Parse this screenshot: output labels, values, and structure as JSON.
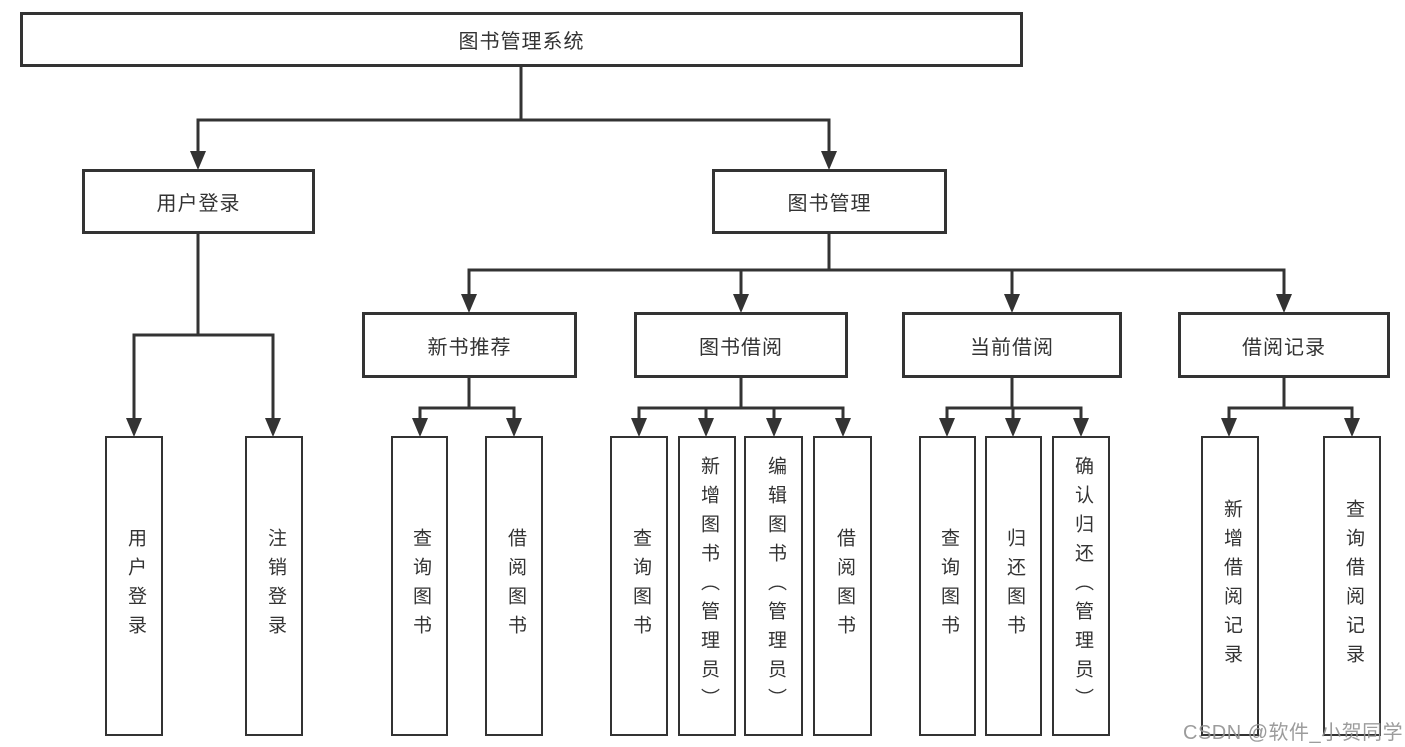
{
  "nodes": {
    "root": "图书管理系统",
    "login": "用户登录",
    "mgmt": "图书管理",
    "login_user": "用户登录",
    "login_logout": "注销登录",
    "rec": "新书推荐",
    "borrow": "图书借阅",
    "current": "当前借阅",
    "records": "借阅记录",
    "rec_query": "查询图书",
    "rec_borrow": "借阅图书",
    "borrow_query": "查询图书",
    "borrow_add": "新增图书（管理员）",
    "borrow_edit": "编辑图书（管理员）",
    "borrow_borrow": "借阅图书",
    "cur_query": "查询图书",
    "cur_return": "归还图书",
    "cur_confirm": "确认归还（管理员）",
    "records_add": "新增借阅记录",
    "records_query": "查询借阅记录"
  },
  "hierarchy": {
    "label": "图书管理系统",
    "children": [
      {
        "label": "用户登录",
        "children": [
          {
            "label": "用户登录"
          },
          {
            "label": "注销登录"
          }
        ]
      },
      {
        "label": "图书管理",
        "children": [
          {
            "label": "新书推荐",
            "children": [
              {
                "label": "查询图书"
              },
              {
                "label": "借阅图书"
              }
            ]
          },
          {
            "label": "图书借阅",
            "children": [
              {
                "label": "查询图书"
              },
              {
                "label": "新增图书（管理员）"
              },
              {
                "label": "编辑图书（管理员）"
              },
              {
                "label": "借阅图书"
              }
            ]
          },
          {
            "label": "当前借阅",
            "children": [
              {
                "label": "查询图书"
              },
              {
                "label": "归还图书"
              },
              {
                "label": "确认归还（管理员）"
              }
            ]
          },
          {
            "label": "借阅记录",
            "children": [
              {
                "label": "新增借阅记录"
              },
              {
                "label": "查询借阅记录"
              }
            ]
          }
        ]
      }
    ]
  },
  "watermark": {
    "text": "CSDN @软件_小贺同学"
  },
  "colors": {
    "line": "#333333",
    "text": "#333333",
    "background": "#ffffff",
    "watermark": "#919191"
  }
}
